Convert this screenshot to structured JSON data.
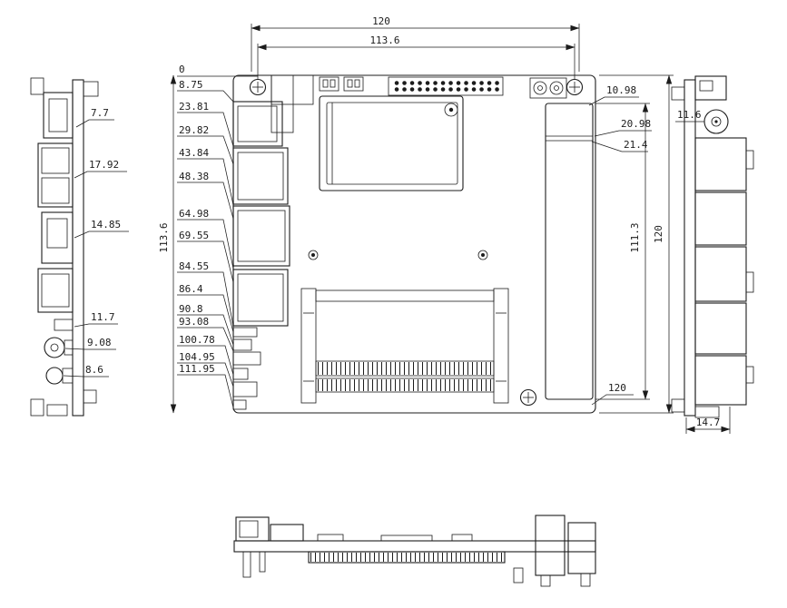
{
  "drawing": {
    "colors": {
      "ink": "#1c1c1c",
      "background": "#ffffff"
    },
    "top_view": {
      "dim_width_outer": "120",
      "dim_width_inner": "113.6",
      "left_edge_labels": [
        "0",
        "8.75",
        "23.81",
        "29.82",
        "43.84",
        "48.38",
        "64.98",
        "69.55",
        "84.55",
        "86.4",
        "90.8",
        "93.08",
        "100.78",
        "104.95",
        "111.95"
      ],
      "dim_height_left": "113.6",
      "right_edge_labels": [
        "10.98",
        "20.98",
        "21.4"
      ],
      "dim_height_inner_right": "111.3",
      "dim_height_outer_right": "120",
      "dim_bottom_right": "120"
    },
    "left_view": {
      "labels": [
        "7.7",
        "17.92",
        "14.85",
        "11.7",
        "9.08",
        "8.6"
      ]
    },
    "right_view": {
      "top_label": "11.6",
      "width_label": "14.7"
    }
  }
}
